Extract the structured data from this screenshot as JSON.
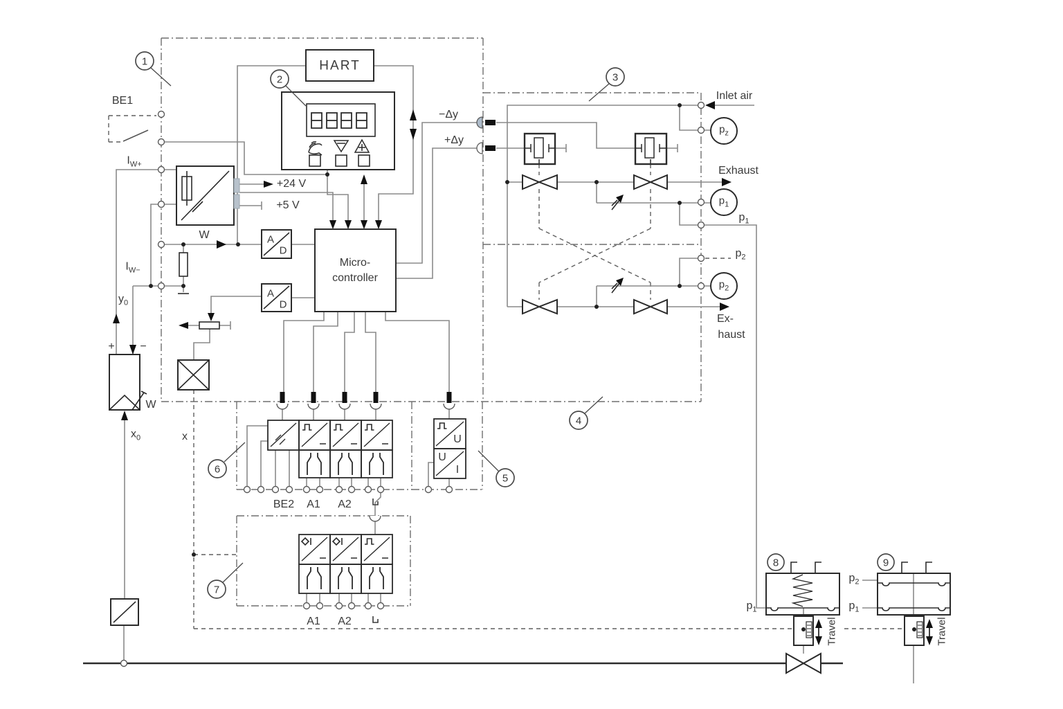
{
  "colors": {
    "wire": "#8a8a8a",
    "component": "#2b2b2b",
    "dash": "#6e6e6e",
    "connector_fill": "#b8c2cc",
    "background": "#ffffff"
  },
  "labels": {
    "be1": "BE1",
    "be2": "BE2",
    "iw_plus": {
      "base": "I",
      "sub": "W+"
    },
    "iw_minus": {
      "base": "I",
      "sub": "W−"
    },
    "w_input": "W",
    "w_comp": "W",
    "y0": {
      "base": "y",
      "sub": "0"
    },
    "x0": {
      "base": "x",
      "sub": "0"
    },
    "x": "x",
    "plus": "+",
    "minus": "−",
    "v24": "+24 V",
    "v5": "+5 V",
    "hart": "HART",
    "micro_line1": "Micro-",
    "micro_line2": "controller",
    "ad_a": "A",
    "ad_d": "D",
    "minus_dy": "−Δy",
    "plus_dy": "+Δy",
    "inlet_air": "Inlet air",
    "exhaust": "Exhaust",
    "exhaust2_line1": "Ex-",
    "exhaust2_line2": "haust",
    "a1": "A1",
    "a2": "A2",
    "u": "U",
    "i": "I",
    "travel": "Travel"
  },
  "gauges": {
    "pz": {
      "base": "p",
      "sub": "z"
    },
    "p1": {
      "base": "p",
      "sub": "1"
    },
    "p2": {
      "base": "p",
      "sub": "2"
    }
  },
  "markers": [
    "1",
    "2",
    "3",
    "4",
    "5",
    "6",
    "7",
    "8",
    "9"
  ]
}
